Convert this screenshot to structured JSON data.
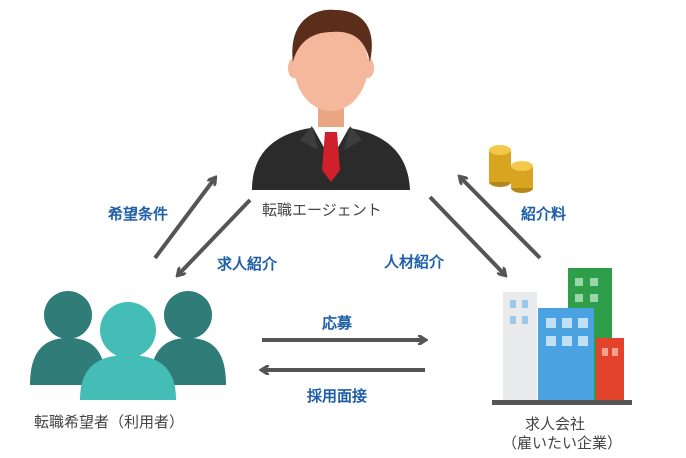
{
  "nodes": {
    "agent": {
      "label": "転職エージェント"
    },
    "job_seeker": {
      "label": "転職希望者（利用者）"
    },
    "company": {
      "label_line1": "求人会社",
      "label_line2": "（雇いたい企業）"
    }
  },
  "edges": {
    "seeker_to_agent": {
      "label": "希望条件"
    },
    "agent_to_seeker": {
      "label": "求人紹介"
    },
    "agent_to_company": {
      "label": "人材紹介"
    },
    "company_to_agent": {
      "label": "紹介料"
    },
    "seeker_to_company": {
      "label": "応募"
    },
    "company_to_seeker": {
      "label": "採用面接"
    }
  },
  "colors": {
    "arrow": "#555555",
    "label_blue": "#1f5fa8",
    "people_dark": "#2f7c78",
    "people_light": "#43bdb5",
    "suit": "#2b2b2b",
    "tie": "#d0202c",
    "skin": "#f6b89c",
    "hair": "#5a2e1b",
    "coin": "#d9a520",
    "building_blue": "#4aa3e0",
    "building_green": "#2e9e4a",
    "building_red": "#e2432a",
    "building_grey": "#e8eaec"
  },
  "icons": [
    "businessman-icon",
    "people-group-icon",
    "buildings-icon",
    "coins-icon"
  ]
}
